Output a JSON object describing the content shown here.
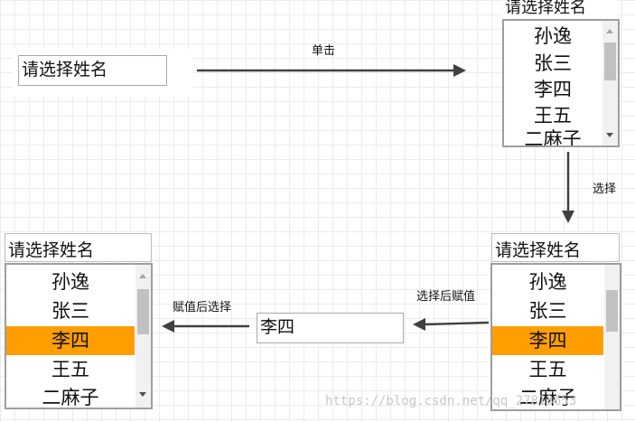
{
  "title_label": "请选择姓名",
  "initial_input": {
    "placeholder": "请选择姓名"
  },
  "result_input": {
    "value": "李四"
  },
  "steps": {
    "click": "单击",
    "select": "选择",
    "select_assign": "选择后赋值",
    "assign_select": "赋值后选择"
  },
  "names": [
    "孙逸",
    "张三",
    "李四",
    "王五",
    "二麻子"
  ],
  "selected_name": "李四",
  "watermark": "https://blog.csdn.net/qq_27813653",
  "colors": {
    "selected": "#ff9e00",
    "arrow": "#404040",
    "border": "#9e9e9e"
  }
}
